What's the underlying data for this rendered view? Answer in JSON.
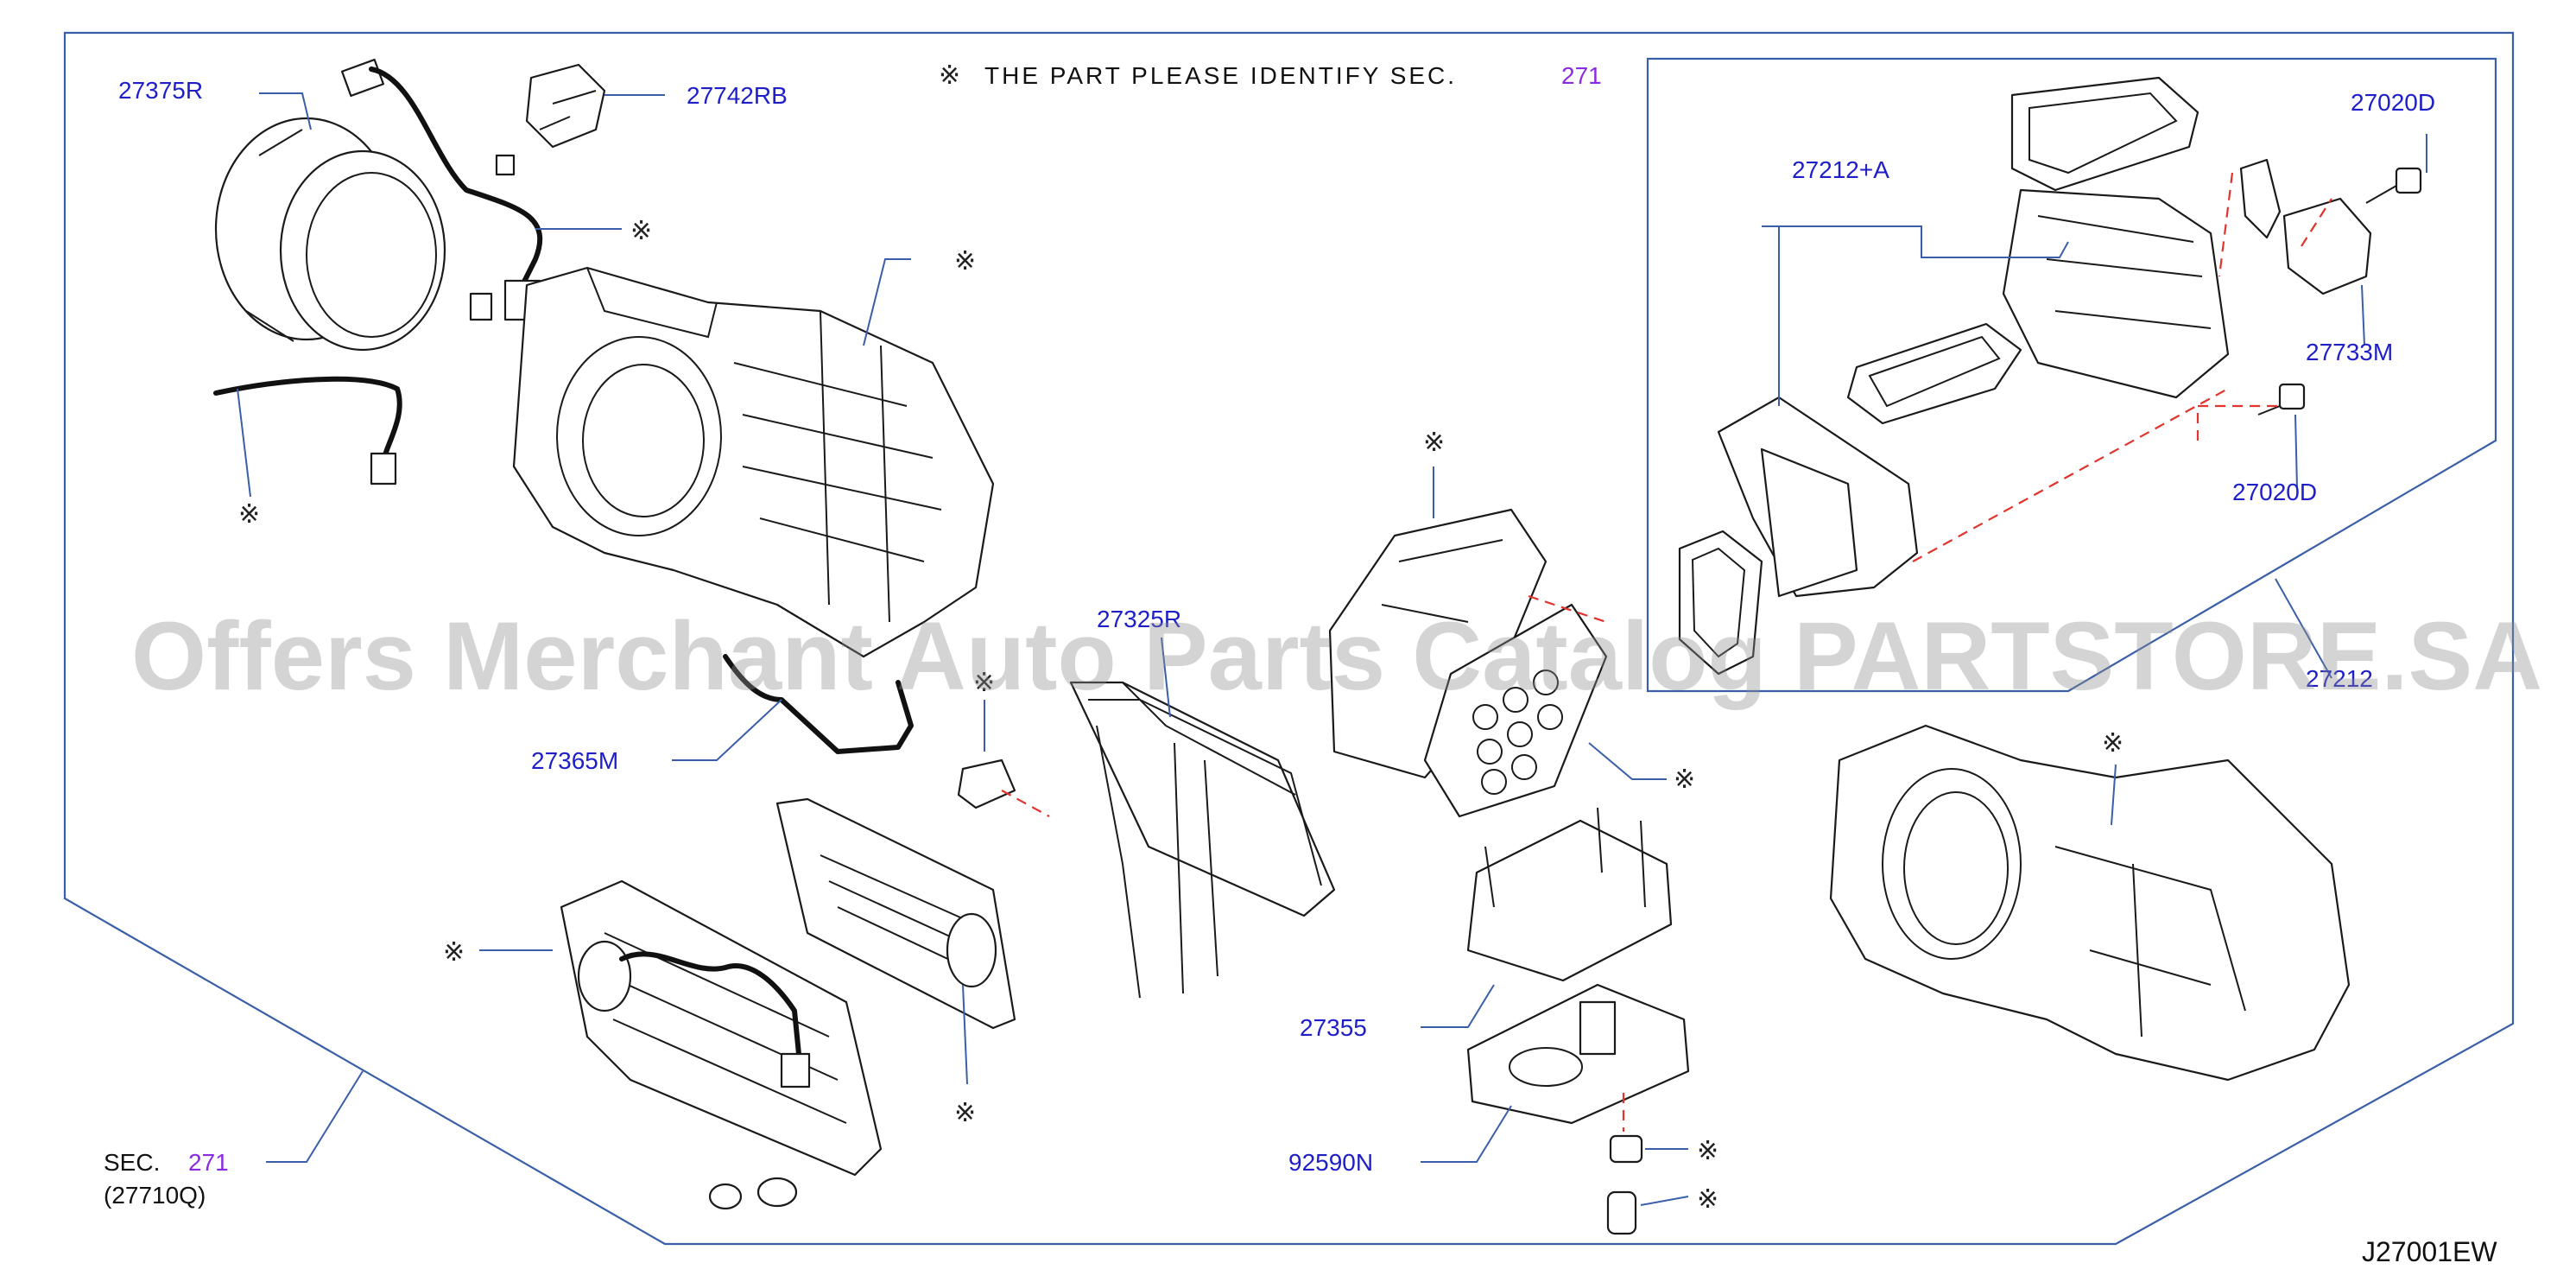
{
  "note": {
    "mark": "※",
    "text": "THE PART PLEASE IDENTIFY SEC.",
    "section": "271"
  },
  "parts": {
    "p27375R": "27375R",
    "p27742RB": "27742RB",
    "p27212A": "27212+A",
    "p27020D_top": "27020D",
    "p27733M": "27733M",
    "p27020D_bottom": "27020D",
    "p27212": "27212",
    "p27365M": "27365M",
    "p27325R": "27325R",
    "p27355": "27355",
    "p92590N": "92590N"
  },
  "section_ref": {
    "prefix": "SEC.",
    "number": "271",
    "code": "(27710Q)"
  },
  "mark_symbol": "※",
  "watermark": "Offers Merchant Auto Parts Catalog PARTSTORE.SA",
  "diagram_code": "J27001EW"
}
